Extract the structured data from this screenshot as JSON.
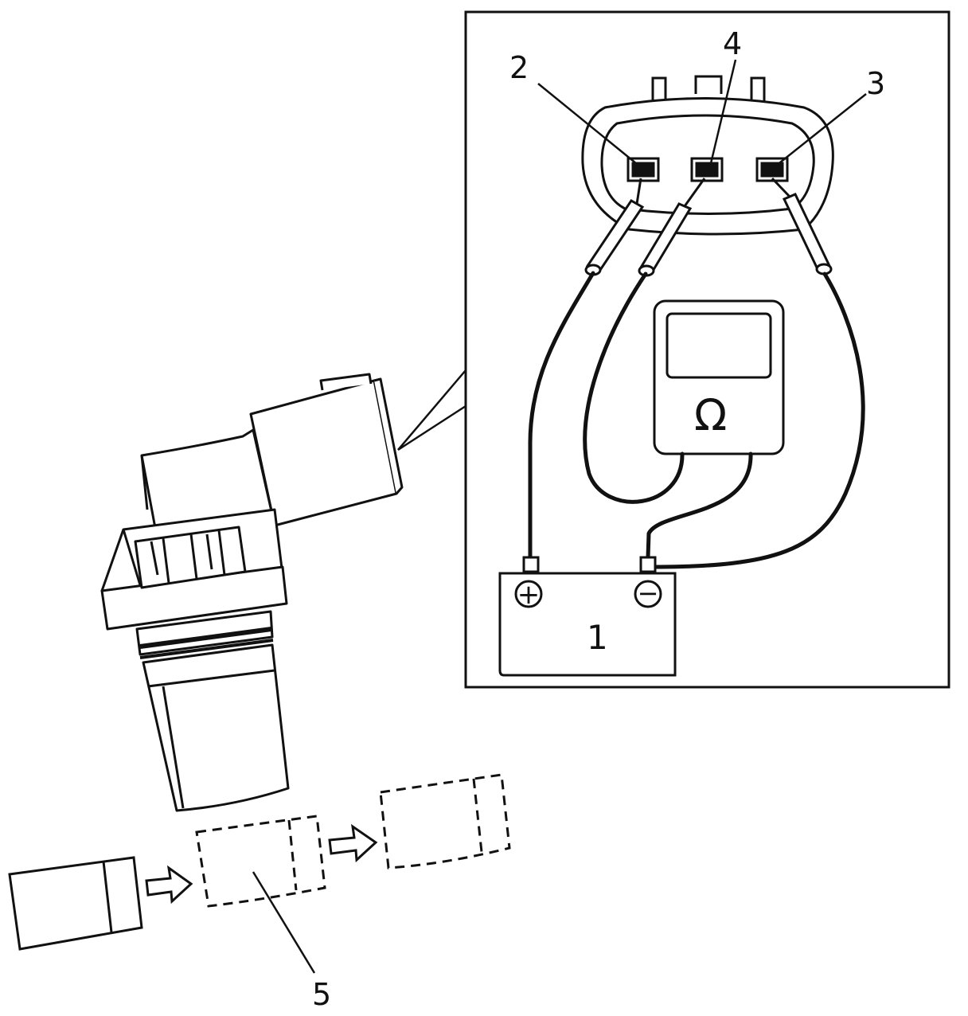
{
  "callouts": {
    "battery": "1",
    "terminal_left": "2",
    "terminal_right": "3",
    "terminal_middle": "4",
    "magnet": "5"
  },
  "meter": {
    "symbol": "Ω",
    "icon": "ohmmeter-icon"
  },
  "battery": {
    "positive_symbol": "+",
    "negative_symbol": "−"
  },
  "colors": {
    "line": "#111111",
    "background": "#ffffff"
  }
}
